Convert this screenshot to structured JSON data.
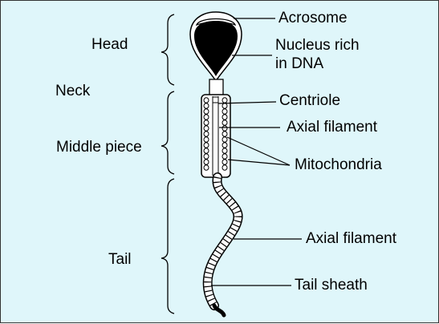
{
  "colors": {
    "background": "#dff6fa",
    "cell": "#ffffff",
    "nucleus": "#000000",
    "line": "#000000"
  },
  "regions": {
    "head": "Head",
    "neck": "Neck",
    "middle_piece": "Middle piece",
    "tail": "Tail"
  },
  "parts": {
    "acrosome": "Acrosome",
    "nucleus_line1": "Nucleus rich",
    "nucleus_line2": "in DNA",
    "centriole": "Centriole",
    "axial_filament_mid": "Axial filament",
    "mitochondria": "Mitochondria",
    "axial_filament_tail": "Axial filament",
    "tail_sheath": "Tail sheath"
  }
}
